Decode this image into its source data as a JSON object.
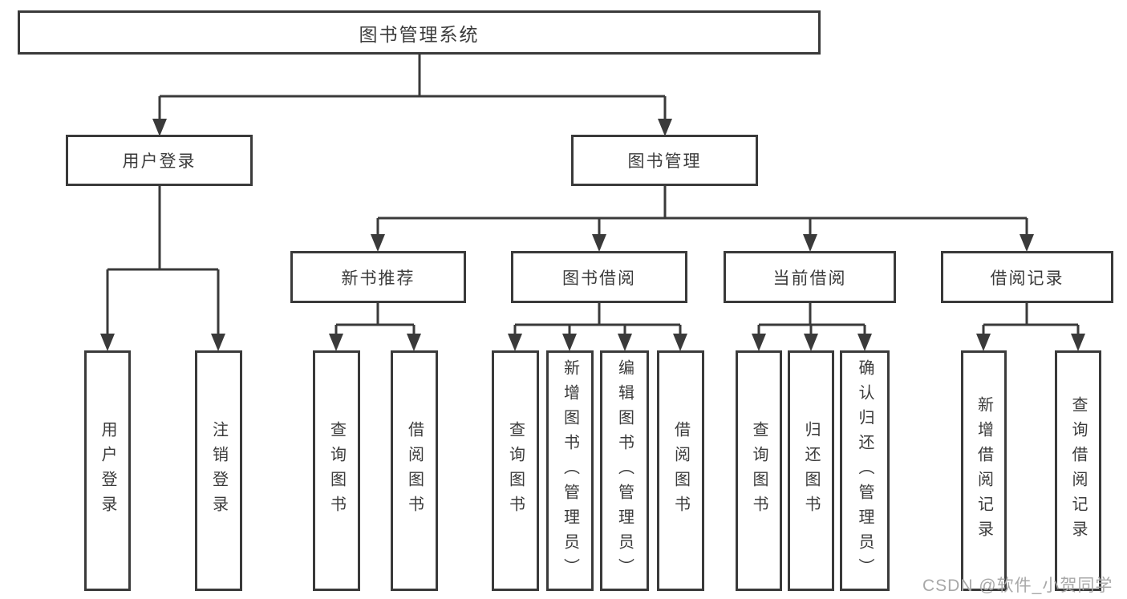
{
  "diagram": {
    "root": {
      "label": "图书管理系统"
    },
    "level2": [
      {
        "label": "用户登录"
      },
      {
        "label": "图书管理"
      }
    ],
    "level3": [
      {
        "label": "新书推荐"
      },
      {
        "label": "图书借阅"
      },
      {
        "label": "当前借阅"
      },
      {
        "label": "借阅记录"
      }
    ],
    "leaves": [
      {
        "label": "用户登录"
      },
      {
        "label": "注销登录"
      },
      {
        "label": "查询图书"
      },
      {
        "label": "借阅图书"
      },
      {
        "label": "查询图书"
      },
      {
        "label": "新增图书（管理员）"
      },
      {
        "label": "编辑图书（管理员）"
      },
      {
        "label": "借阅图书"
      },
      {
        "label": "查询图书"
      },
      {
        "label": "归还图书"
      },
      {
        "label": "确认归还（管理员）"
      },
      {
        "label": "新增借阅记录"
      },
      {
        "label": "查询借阅记录"
      }
    ]
  },
  "watermark": "CSDN @软件_小贺同学",
  "colors": {
    "line": "#3a3a3a",
    "text": "#3b3b3b",
    "background": "#ffffff",
    "watermark": "#a8a8a8"
  }
}
